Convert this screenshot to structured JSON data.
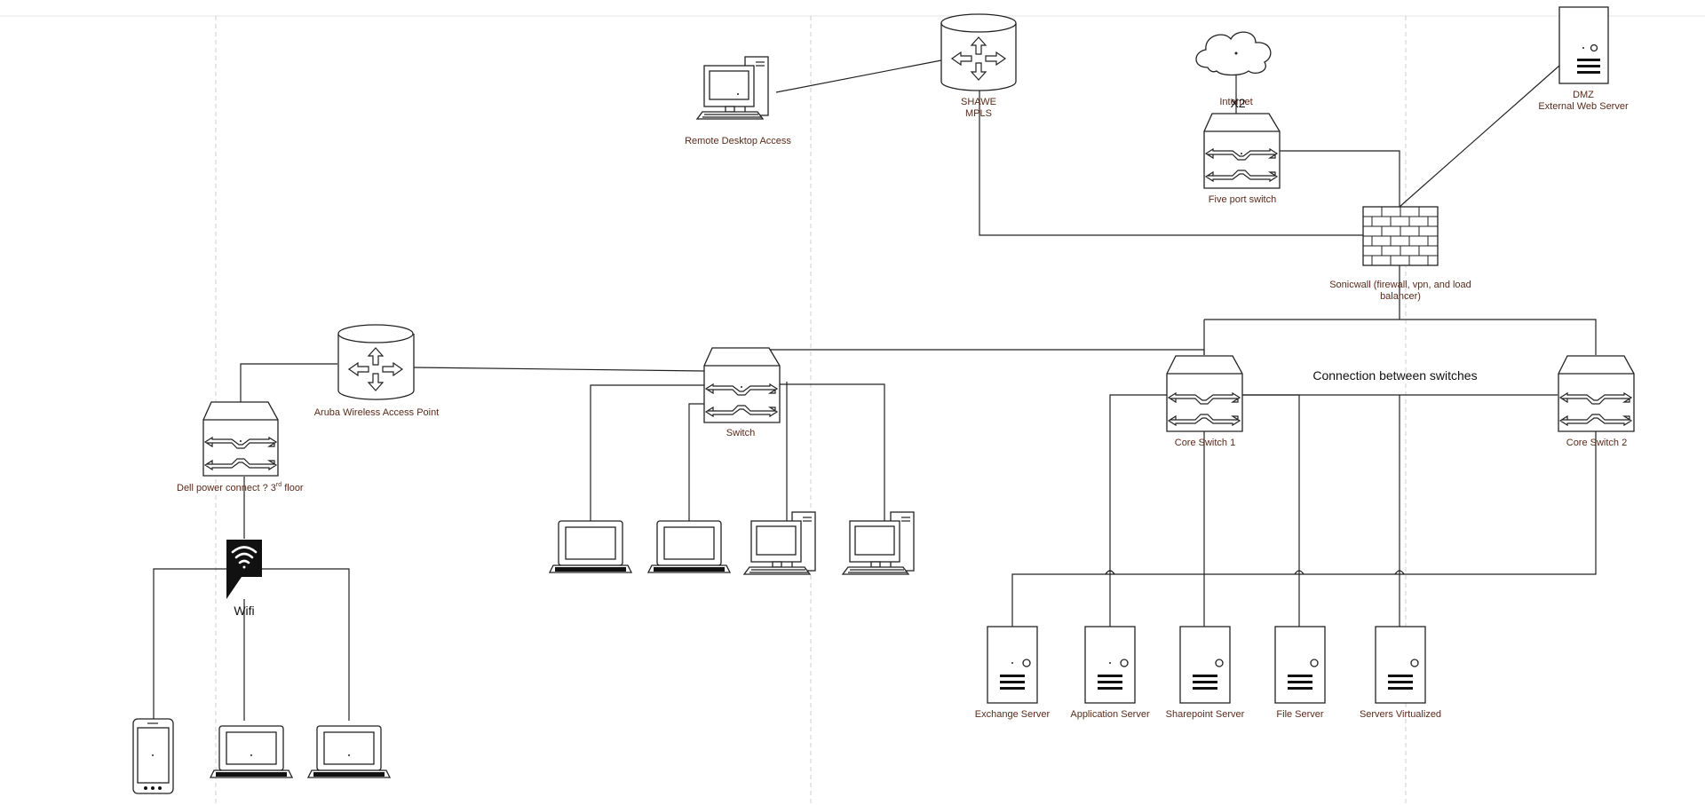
{
  "labels": {
    "remote_desktop": "Remote Desktop Access",
    "shawe_line1": "SHAWE",
    "shawe_line2": "MPLS",
    "internet": "Internet",
    "internet_overlay": "X2",
    "five_port_switch": "Five port switch",
    "dmz_line1": "DMZ",
    "dmz_line2": "External Web Server",
    "sonicwall_line1": "Sonicwall (firewall, vpn, and load",
    "sonicwall_line2": "balancer)",
    "aruba": "Aruba Wireless Access Point",
    "dell_switch": "Dell power connect ? 3",
    "dell_switch_sup": "rd",
    "dell_switch_tail": " floor",
    "switch": "Switch",
    "core_switch_1": "Core Switch 1",
    "core_switch_2": "Core Switch 2",
    "connection_between_switches": "Connection between switches",
    "wifi": "Wifi",
    "exchange_server": "Exchange Server",
    "application_server": "Application Server",
    "sharepoint_server": "Sharepoint Server",
    "file_server": "File Server",
    "servers_virtualized": "Servers Virtualized"
  },
  "colors": {
    "label_text": "#5a2a1a",
    "line": "#222222",
    "guide": "#cfcfcf"
  }
}
